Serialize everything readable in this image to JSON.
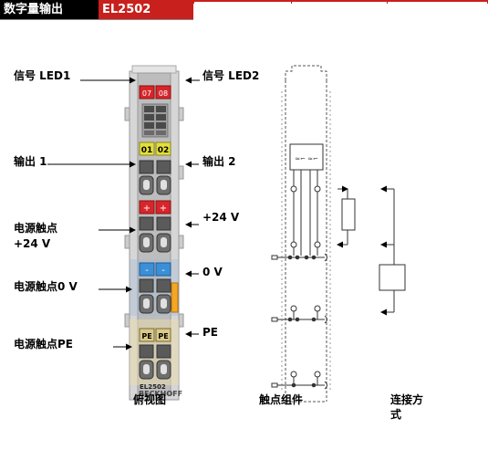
{
  "header": {
    "title": "数字量输出",
    "model": "EL2502"
  },
  "labels": {
    "led1": "信号 LED1",
    "led2": "信号 LED2",
    "out1": "输出 1",
    "out2": "输出 2",
    "power24_line1": "电源触点",
    "power24_line2": "+24 V",
    "plus24": "+24 V",
    "power0": "电源触点0 V",
    "zero_v": "0 V",
    "power_pe": "电源触点PE",
    "pe": "PE"
  },
  "terminal": {
    "led_left": "07",
    "led_right": "08",
    "ch_left": "01",
    "ch_right": "02",
    "plus_left": "+",
    "plus_right": "+",
    "minus_left": "-",
    "minus_right": "-",
    "pe_left": "PE",
    "pe_right": "PE",
    "model_label": "EL2502",
    "brand": "BECKHOFF"
  },
  "captions": {
    "side_view": "俯视图",
    "contact_assembly": "触点组件",
    "connection_line1": "连接方",
    "connection_line2": "式"
  },
  "colors": {
    "header_black": "#000000",
    "header_red": "#c8201c",
    "led_red": "#d7262b",
    "channel_yellow": "#e2df3a",
    "minus_blue": "#3a8fd6",
    "pe_tan": "#d9c98a",
    "housing_gray": "#d4d4d4",
    "orange_latch": "#f5a623"
  }
}
